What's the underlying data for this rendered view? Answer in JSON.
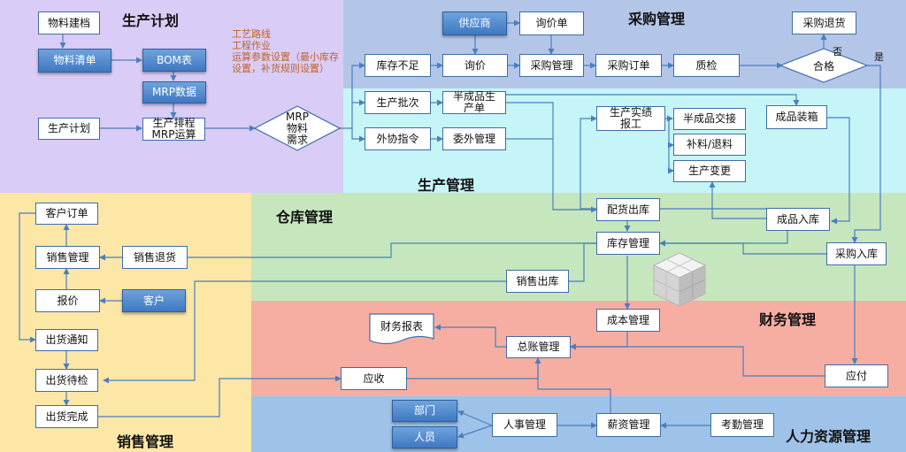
{
  "sections": {
    "plan": "生产计划",
    "purchase": "采购管理",
    "production": "生产管理",
    "warehouse": "仓库管理",
    "sales": "销售管理",
    "finance": "财务管理",
    "hr": "人力资源管理"
  },
  "plan": {
    "material_file": "物料建档",
    "material_list": "物料清单",
    "bom": "BOM表",
    "mrp_data": "MRP数据",
    "prod_plan": "生产计划",
    "schedule": "生产排程\nMRP运算",
    "mrp_demand": "MRP\n物料\n需求",
    "note": "工艺路线\n工程作业\n运算参数设置（最小库存\n设置，补货规则设置）"
  },
  "purchase": {
    "supplier": "供应商",
    "inquiry_sheet": "询价单",
    "return": "采购退货",
    "stock_short": "库存不足",
    "inquiry": "询价",
    "manage": "采购管理",
    "order": "采购订单",
    "qc": "质检",
    "pass": "合格",
    "no": "否",
    "yes": "是"
  },
  "production": {
    "batch": "生产批次",
    "semi_order": "半成品生\n产单",
    "outsource_cmd": "外协指令",
    "outsource_mgmt": "委外管理",
    "report": "生产实绩\n报工",
    "semi_handover": "半成品交接",
    "feed_return": "补料/退料",
    "change": "生产变更",
    "packing": "成品装箱"
  },
  "warehouse": {
    "dispatch": "配货出库",
    "inventory": "库存管理",
    "finished_in": "成品入库",
    "purchase_in": "采购入库",
    "sales_out": "销售出库"
  },
  "sales": {
    "order": "客户订单",
    "manage": "销售管理",
    "return": "销售退货",
    "quote": "报价",
    "customer": "客户",
    "notice": "出货通知",
    "pending": "出货待检",
    "done": "出货完成"
  },
  "finance": {
    "cost": "成本管理",
    "report": "财务报表",
    "ledger": "总账管理",
    "receivable": "应收",
    "payable": "应付"
  },
  "hr": {
    "dept": "部门",
    "staff": "人员",
    "personnel": "人事管理",
    "salary": "薪资管理",
    "attendance": "考勤管理"
  },
  "colors": {
    "plan": "#d9ccf6",
    "purchase": "#b4c6e7",
    "production": "#c6f5f8",
    "warehouse": "#c6e6bd",
    "sales": "#fde7a7",
    "finance": "#f7aea2",
    "hr": "#9fc3e8",
    "line": "#4a7ebf"
  }
}
